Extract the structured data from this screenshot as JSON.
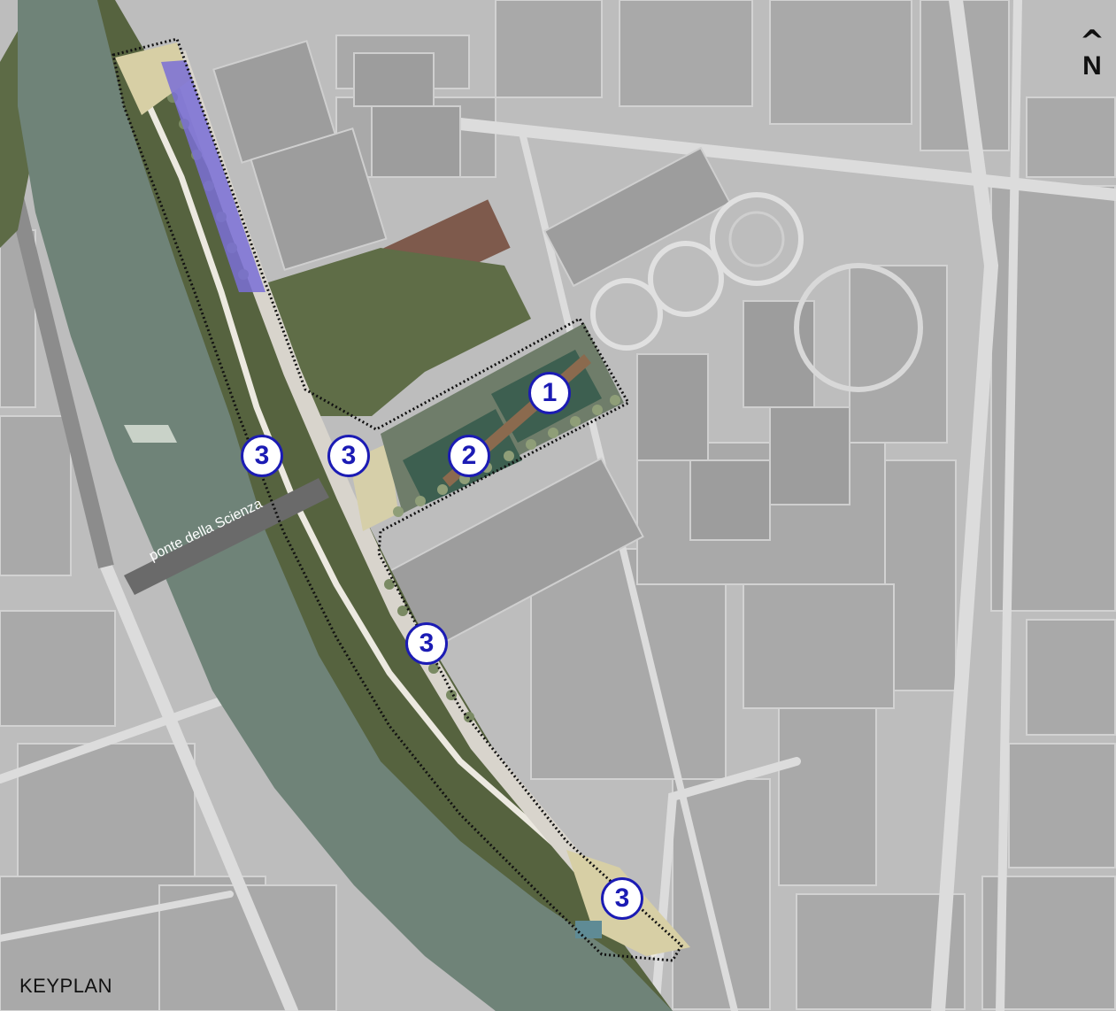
{
  "north_arrow": {
    "glyph": "^",
    "letter": "N"
  },
  "keyplan_label": "KEYPLAN",
  "bridge_label": "ponte della Scienza",
  "markers": [
    {
      "id": "m1",
      "label": "1"
    },
    {
      "id": "m2",
      "label": "2"
    },
    {
      "id": "m3a",
      "label": "3"
    },
    {
      "id": "m3b",
      "label": "3"
    },
    {
      "id": "m3c",
      "label": "3"
    },
    {
      "id": "m3d",
      "label": "3"
    }
  ],
  "colors": {
    "marker_blue": "#1b1bb4",
    "river": "#6f8378",
    "vegetation": "#56633f",
    "boundary": "#111111",
    "purple_zone": "#7a6fd6"
  }
}
